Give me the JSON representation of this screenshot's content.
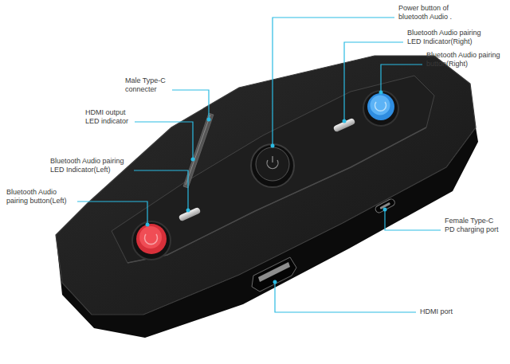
{
  "diagram": {
    "labels": [
      "Power button of bluetooth Audio .",
      "Bluetooth Audio pairing LED Indicator(Right)",
      "Bluetooth Audio pairing button(Right)",
      "Male Type-C connecter",
      "HDMI output LED indicator",
      "Bluetooth Audio pairing LED Indicator(Left)",
      "Bluetooth Audio pairing button(Left)",
      "Female Type-C PD charging port",
      "HDMI port"
    ]
  }
}
